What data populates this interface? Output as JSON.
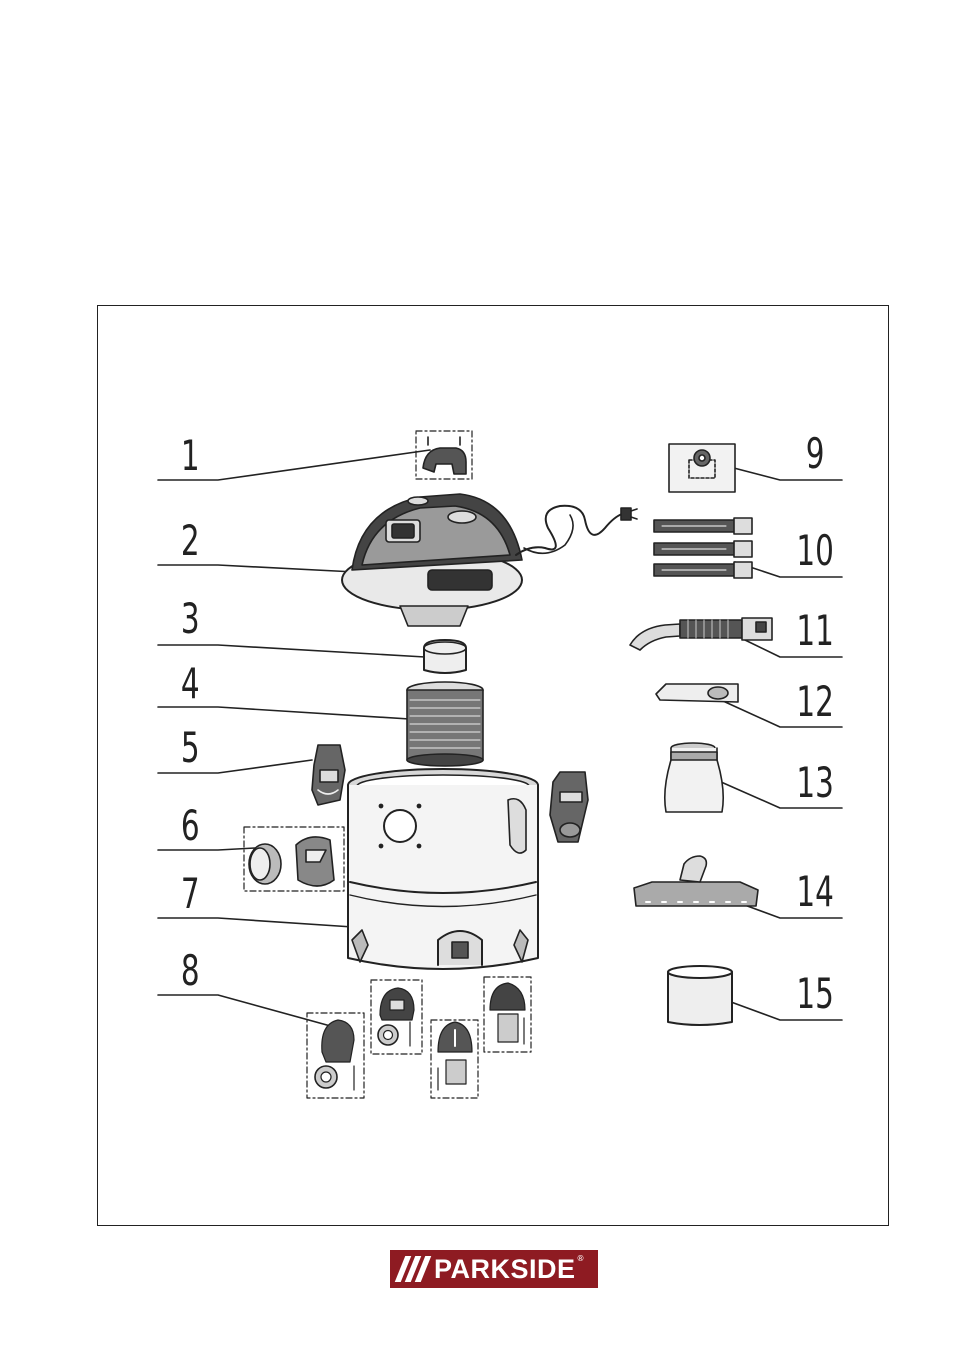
{
  "diagram": {
    "callouts": [
      {
        "id": "1",
        "label": "1"
      },
      {
        "id": "2",
        "label": "2"
      },
      {
        "id": "3",
        "label": "3"
      },
      {
        "id": "4",
        "label": "4"
      },
      {
        "id": "5",
        "label": "5"
      },
      {
        "id": "6",
        "label": "6"
      },
      {
        "id": "7",
        "label": "7"
      },
      {
        "id": "8",
        "label": "8"
      },
      {
        "id": "9",
        "label": "9"
      },
      {
        "id": "10",
        "label": "10"
      },
      {
        "id": "11",
        "label": "11"
      },
      {
        "id": "12",
        "label": "12"
      },
      {
        "id": "13",
        "label": "13"
      },
      {
        "id": "14",
        "label": "14"
      },
      {
        "id": "15",
        "label": "15"
      }
    ]
  },
  "brand": {
    "name": "PARKSIDE",
    "mark": "®",
    "color": "#8e1b22"
  }
}
